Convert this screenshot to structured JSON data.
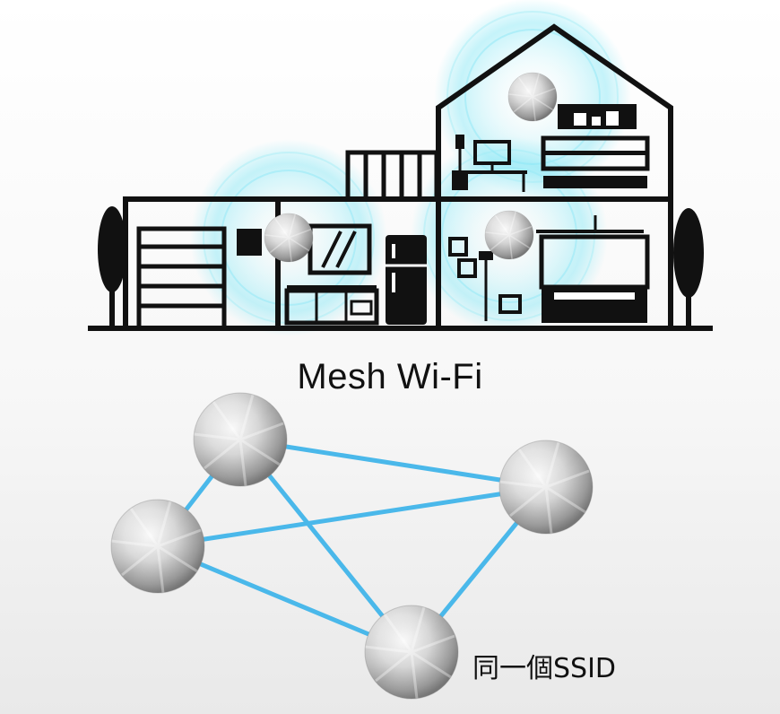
{
  "title": "Mesh Wi-Fi",
  "network_label": "同一個SSID",
  "colors": {
    "link": "#4ab8ea",
    "house_stroke": "#111111",
    "wave": "#7fe6f5",
    "node_light": "#f4f4f4",
    "node_dark": "#8c8c8c"
  },
  "mesh": {
    "nodes": [
      "node-top",
      "node-left",
      "node-right",
      "node-bottom"
    ],
    "links": [
      [
        "node-top",
        "node-left"
      ],
      [
        "node-top",
        "node-right"
      ],
      [
        "node-top",
        "node-bottom"
      ],
      [
        "node-left",
        "node-right"
      ],
      [
        "node-left",
        "node-bottom"
      ],
      [
        "node-right",
        "node-bottom"
      ]
    ]
  },
  "icons": [
    "tree-icon",
    "garage-door-icon",
    "kitchen-icon",
    "fridge-icon",
    "tv-icon",
    "desk-lamp-icon",
    "bed-icon",
    "router-node-icon"
  ]
}
